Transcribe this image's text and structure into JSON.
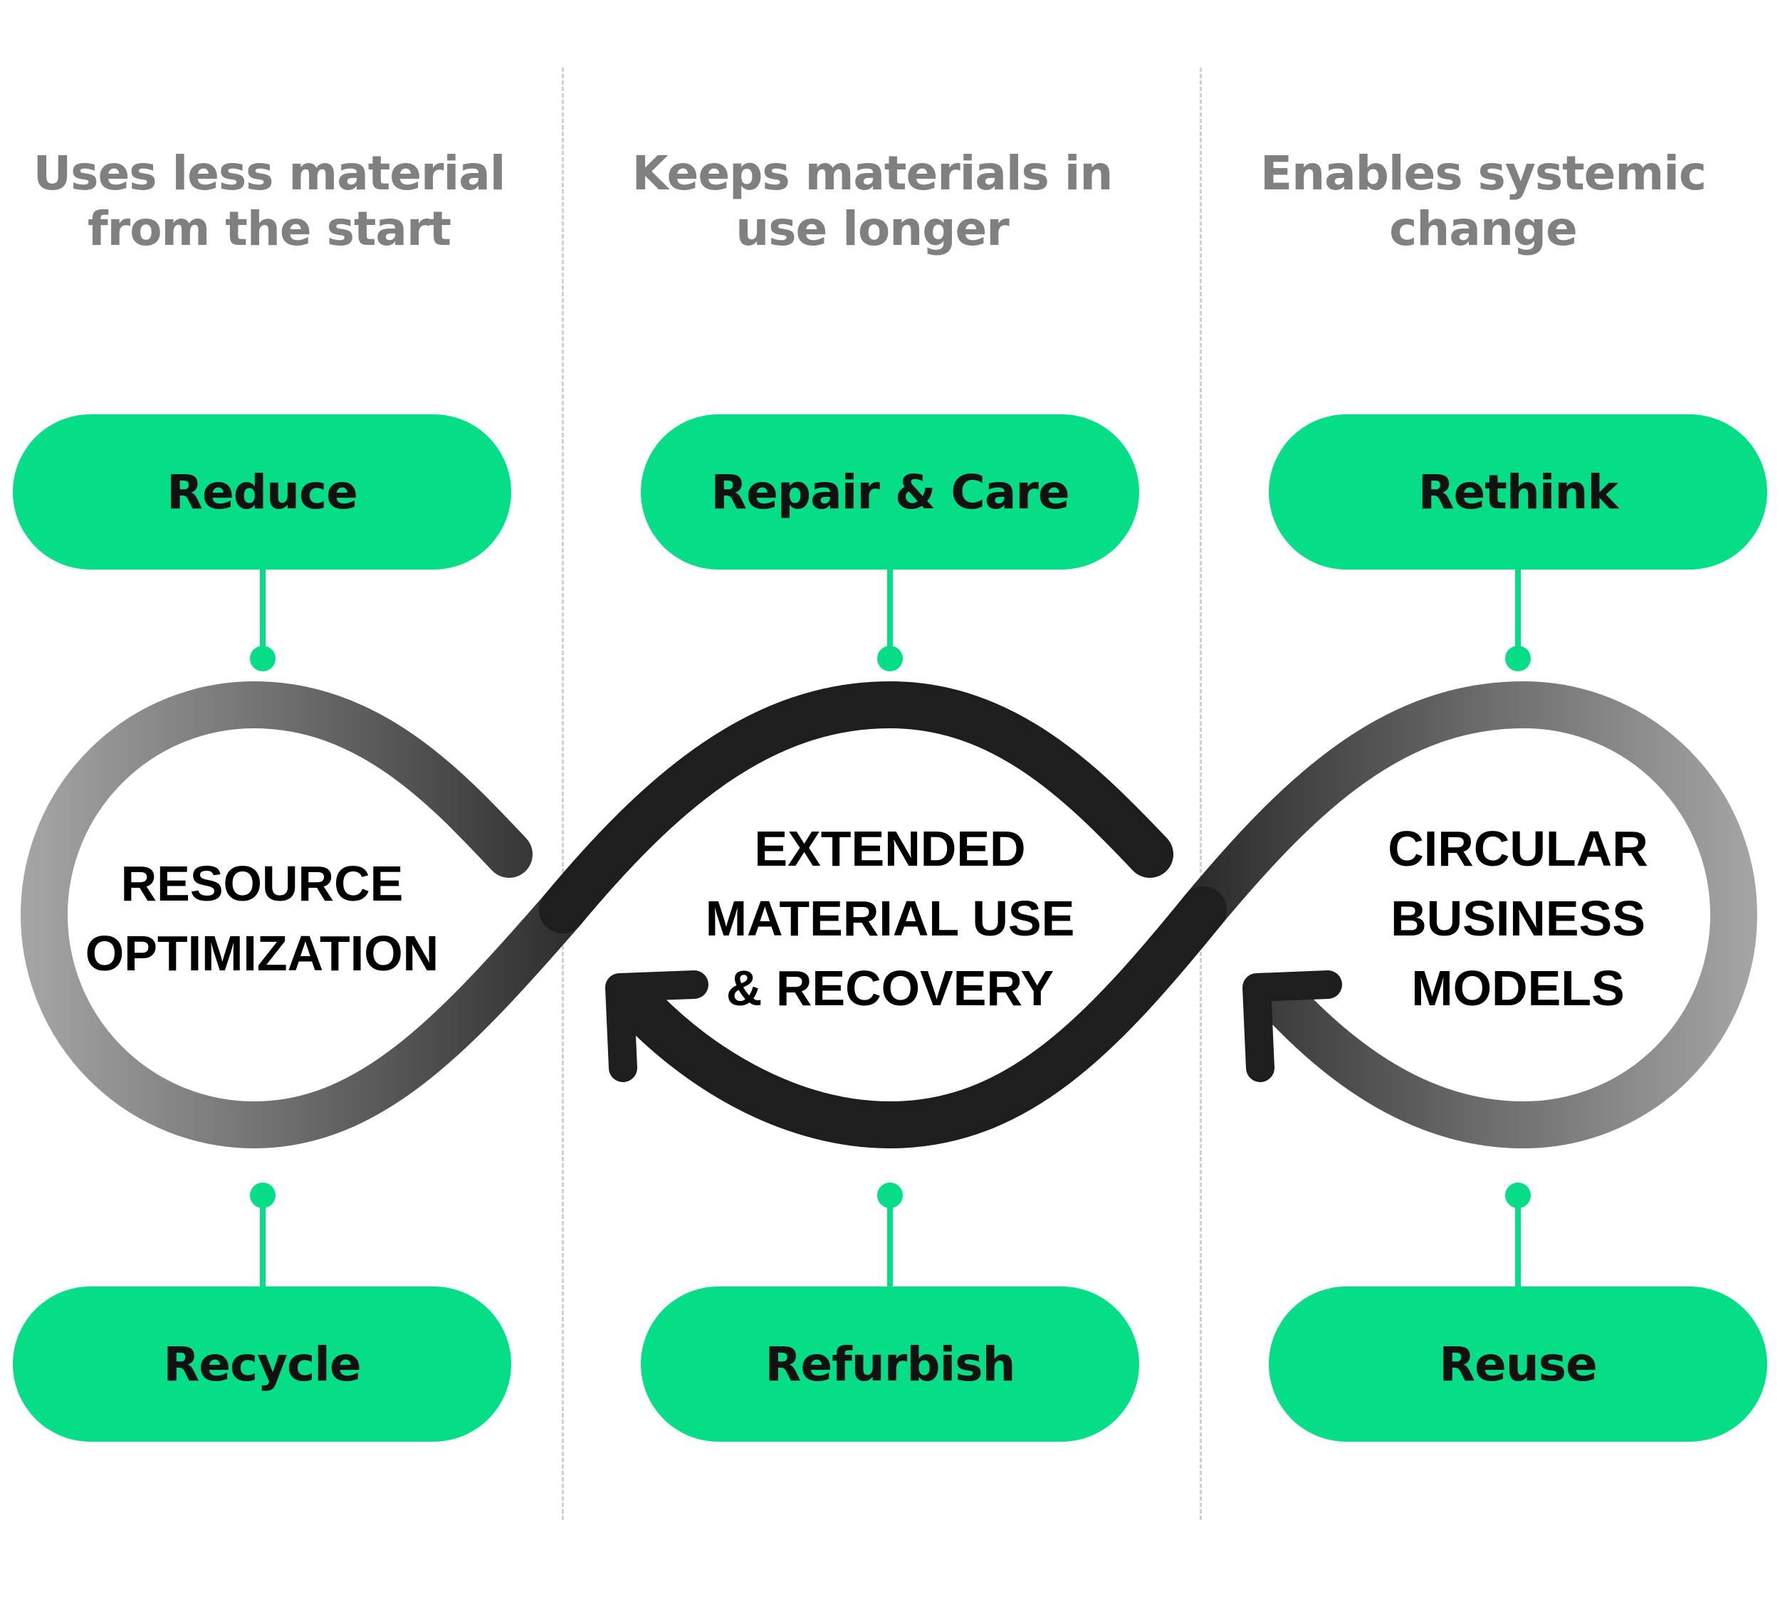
{
  "colors": {
    "accent": "#05dd87",
    "heading_text": "#808080",
    "loop_dark": "#1e1e1e",
    "loop_light": "#a8a8a8",
    "divider": "#d0d0d0"
  },
  "columns": [
    {
      "heading": [
        "Uses less material",
        "from the start"
      ],
      "top_pill": "Reduce",
      "bottom_pill": "Recycle",
      "center": [
        "RESOURCE",
        "OPTIMIZATION"
      ]
    },
    {
      "heading": [
        "Keeps materials in",
        "use longer"
      ],
      "top_pill": "Repair & Care",
      "bottom_pill": "Refurbish",
      "center": [
        "EXTENDED",
        "MATERIAL USE",
        "& RECOVERY"
      ]
    },
    {
      "heading": [
        "Enables systemic",
        "change"
      ],
      "top_pill": "Rethink",
      "bottom_pill": "Reuse",
      "center": [
        "CIRCULAR",
        "BUSINESS",
        "MODELS"
      ]
    }
  ]
}
